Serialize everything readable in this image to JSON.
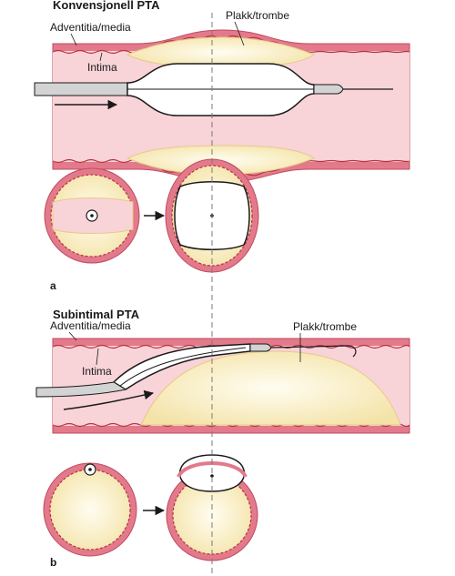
{
  "panel_a": {
    "title": "Konvensjonell PTA",
    "label_adventitia": "Adventitia/media",
    "label_intima": "Intima",
    "label_plaque": "Plakk/trombe",
    "panel_letter": "a"
  },
  "panel_b": {
    "title": "Subintimal PTA",
    "label_adventitia": "Adventitia/media",
    "label_intima": "Intima",
    "label_plaque": "Plakk/trombe",
    "panel_letter": "b"
  },
  "colors": {
    "vessel_wall": "#e27a8c",
    "lumen": "#f8d3d8",
    "plaque": "#fbf3cf",
    "plaque_edge": "#e8c987",
    "intima_line": "#b8323f",
    "catheter": "#d3d3d3",
    "outline": "#1a1a1a"
  }
}
